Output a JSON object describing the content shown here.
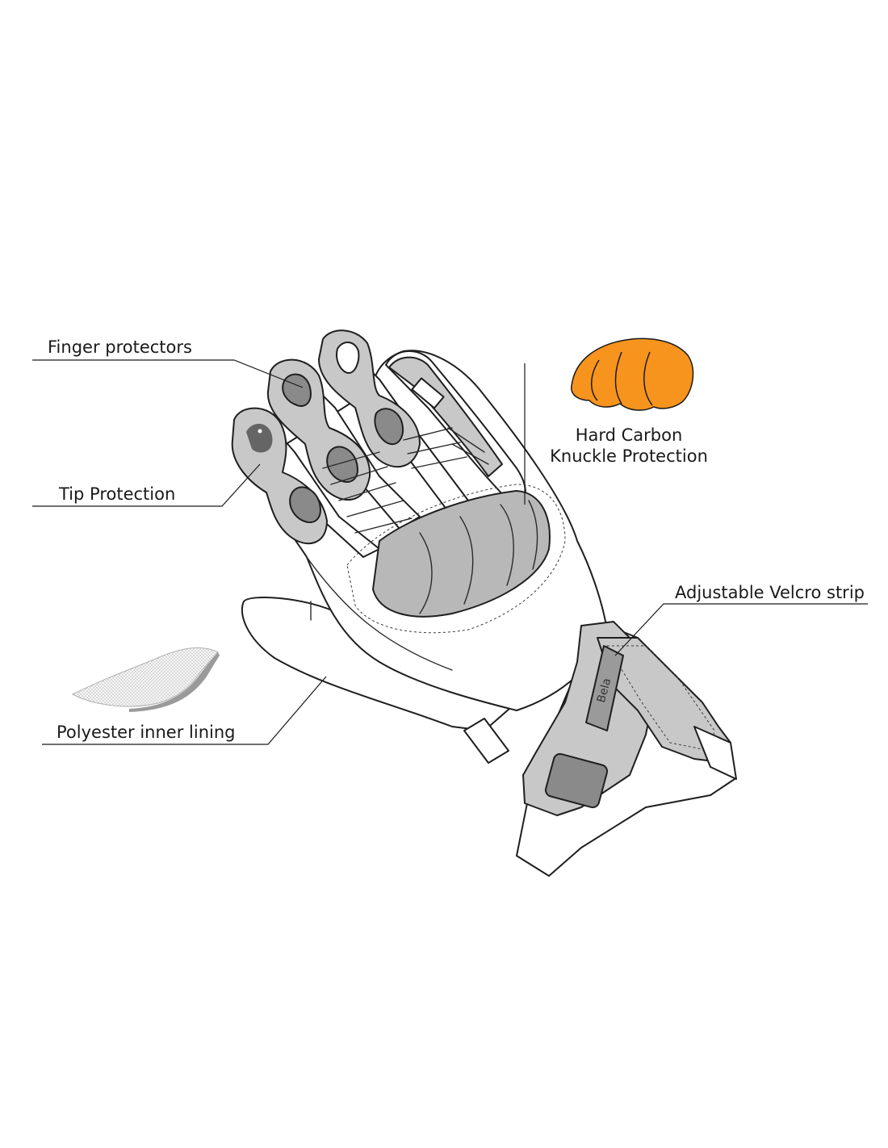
{
  "labels": {
    "finger_protectors": "Finger protectors",
    "tip_protection": "Tip Protection",
    "knuckle_line1": "Hard Carbon",
    "knuckle_line2": "Knuckle Protection",
    "velcro": "Adjustable Velcro strip",
    "lining": "Polyester inner lining"
  },
  "brand_mark": "Bela",
  "colors": {
    "outline": "#1f1f1f",
    "panel_gray": "#c8c8c8",
    "padding_gray": "#b8b8b8",
    "dark_gray": "#8a8a8a",
    "knuckle_orange": "#f7941d",
    "white": "#ffffff"
  },
  "icons": {
    "knuckle": "carbon-knuckle-icon",
    "lining": "mesh-lining-icon",
    "logo": "bear-logo-icon"
  }
}
